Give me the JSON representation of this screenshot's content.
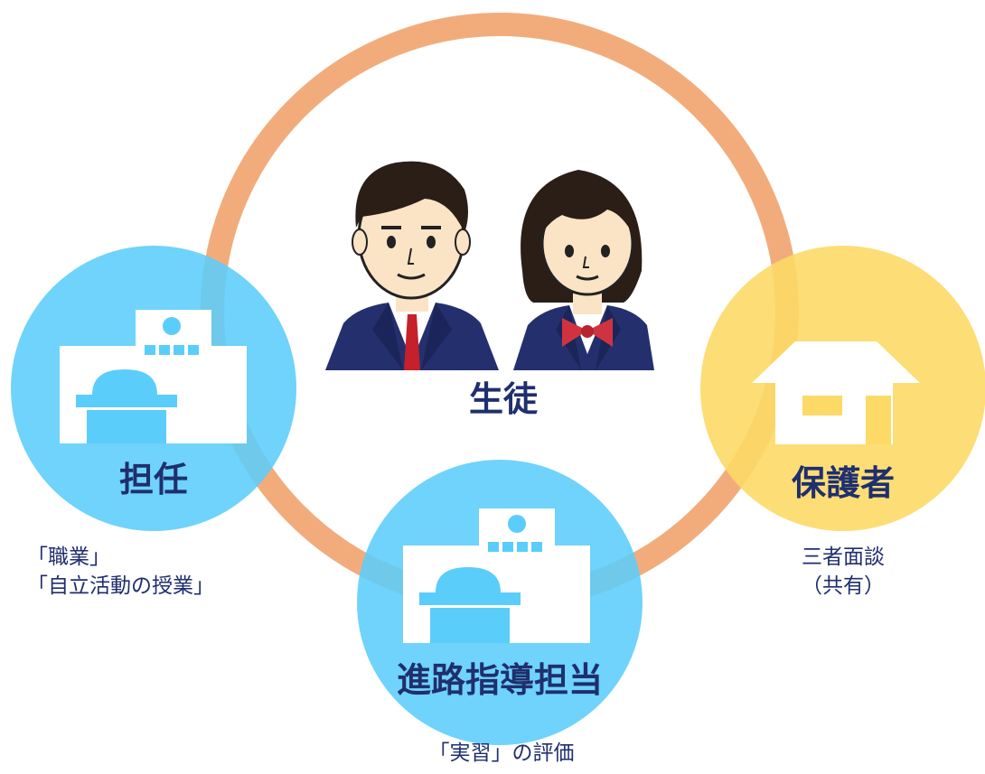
{
  "student": {
    "label": "生徒"
  },
  "homeroom": {
    "label": "担任",
    "caption_lines": [
      "「職業」",
      "「自立活動の授業」"
    ]
  },
  "career": {
    "label": "進路指導担当",
    "caption": "「実習」の評価"
  },
  "guardian": {
    "label": "保護者",
    "caption_lines": [
      "三者面談",
      "（共有）"
    ]
  },
  "colors": {
    "ring": "#f2a56e",
    "school_circle": "#5bcdfb",
    "home_circle": "#fdd966",
    "label_text": "#1f2f6e",
    "building": "#ffffff"
  },
  "icons": {
    "student_boy": "boy-student-icon",
    "student_girl": "girl-student-icon",
    "school": "school-building-icon",
    "house": "house-icon"
  }
}
